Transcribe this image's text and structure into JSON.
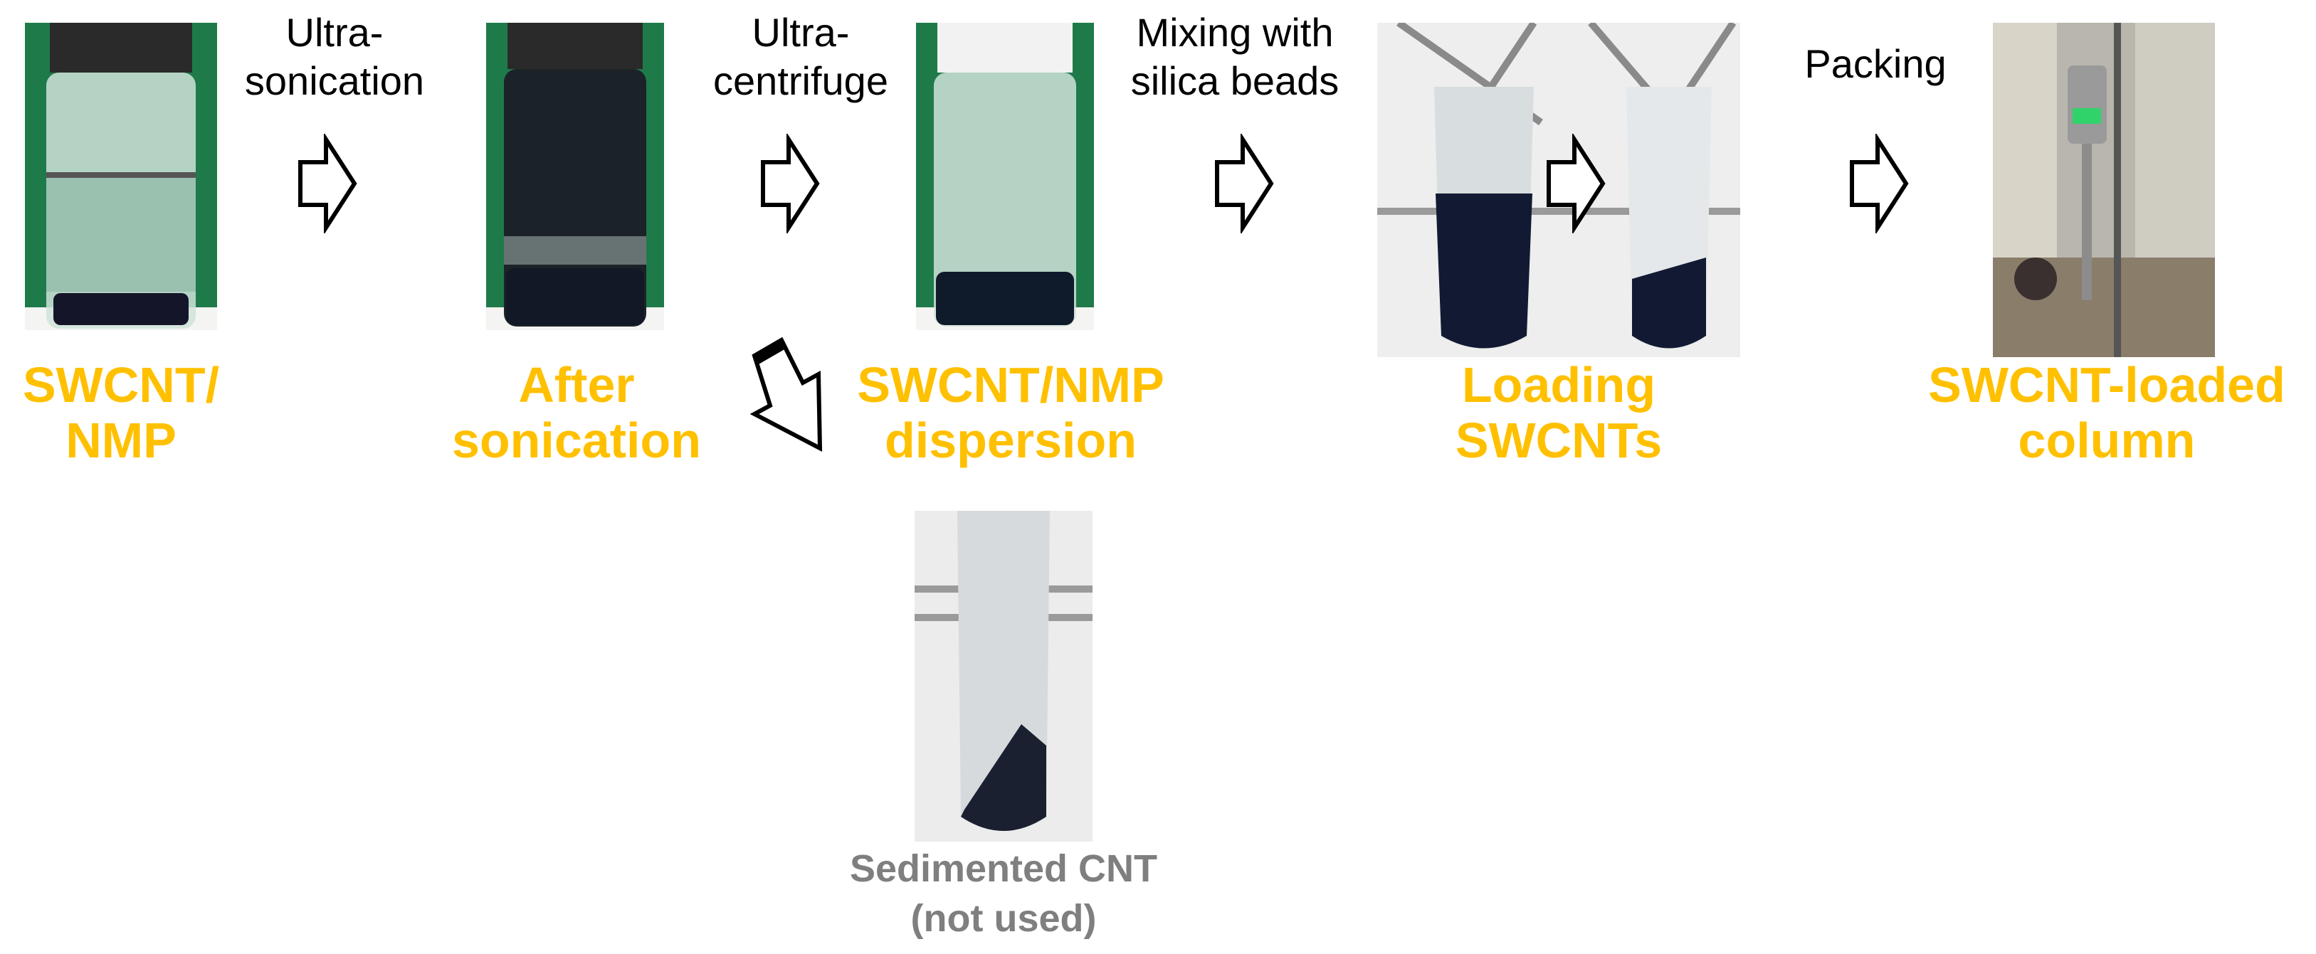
{
  "colors": {
    "label": "#ffc000",
    "sub_label": "#7f7f7f",
    "green_bg": "#1f7a4a",
    "ink": "#000000"
  },
  "stages": [
    {
      "id": "swcnt-nmp",
      "lines": [
        "SWCNT/",
        "NMP"
      ],
      "photo": "vial-with-sediment"
    },
    {
      "id": "after-sonication",
      "lines": [
        "After",
        "sonication"
      ],
      "photo": "dark-vial"
    },
    {
      "id": "dispersion",
      "lines": [
        "SWCNT/NMP",
        "dispersion"
      ],
      "photo": "clear-vial-dark-bottom"
    },
    {
      "id": "loading",
      "lines": [
        "Loading",
        "SWCNTs"
      ],
      "photo": "two-centrifuge-tubes"
    },
    {
      "id": "column",
      "lines": [
        "SWCNT-loaded",
        "column"
      ],
      "photo": "packed-column-apparatus"
    }
  ],
  "steps": [
    {
      "id": "ultrasonication",
      "lines": [
        "Ultra-",
        "sonication"
      ]
    },
    {
      "id": "ultracentrifuge",
      "lines": [
        "Ultra-",
        "centrifuge"
      ]
    },
    {
      "id": "mixing",
      "lines": [
        "Mixing with",
        "silica beads"
      ]
    },
    {
      "id": "packing",
      "lines": [
        "Packing"
      ]
    }
  ],
  "sediment": {
    "lines": [
      "Sedimented CNT",
      "(not used)"
    ],
    "photo": "sediment-tube"
  }
}
